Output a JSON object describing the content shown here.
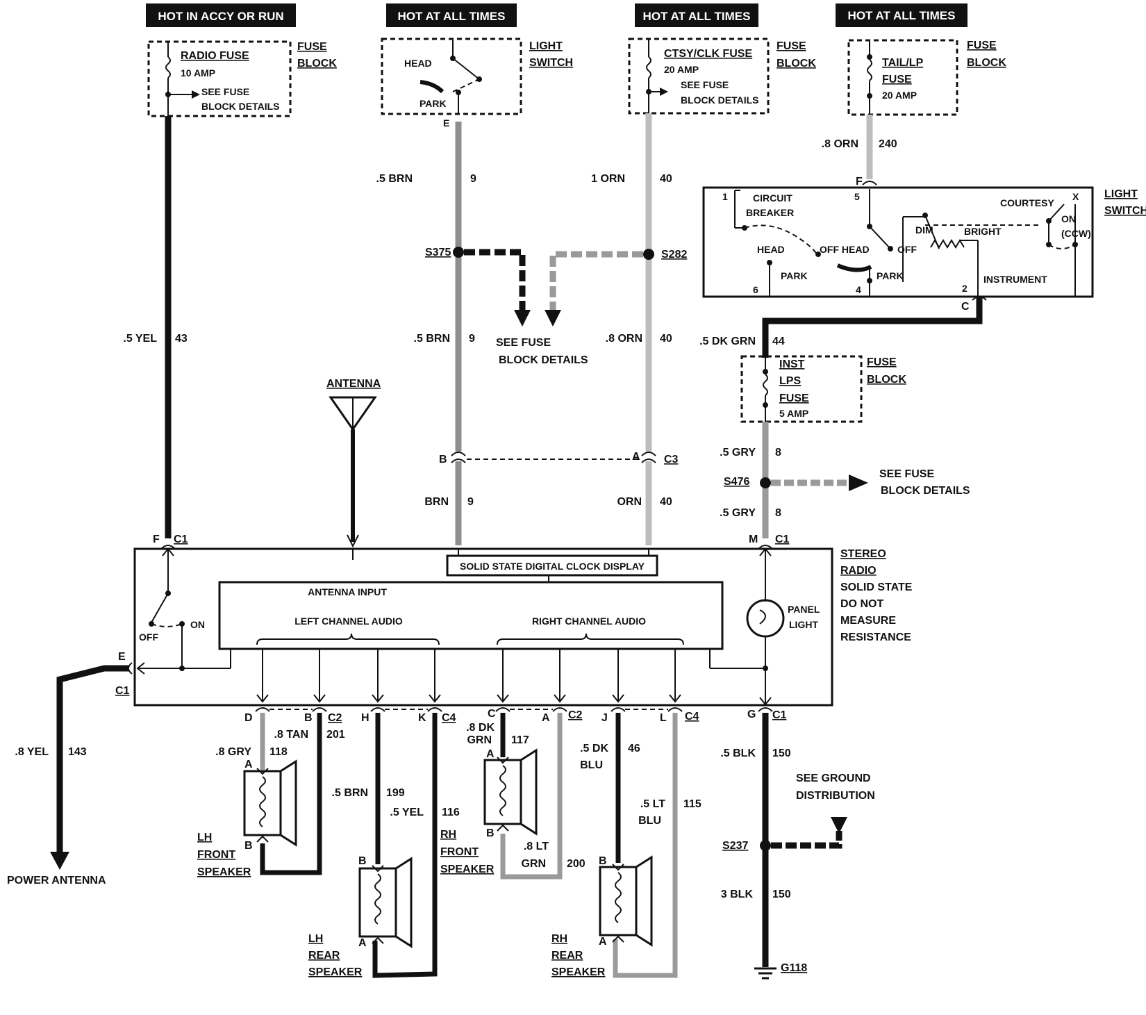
{
  "headers": {
    "h1": "HOT IN ACCY OR RUN",
    "h2": "HOT AT ALL TIMES",
    "h3": "HOT AT ALL TIMES",
    "h4": "HOT AT ALL TIMES"
  },
  "fuse_radio": {
    "name": "RADIO FUSE",
    "amp": "10 AMP",
    "see1": "SEE FUSE",
    "see2": "BLOCK DETAILS",
    "block1": "FUSE",
    "block2": "BLOCK"
  },
  "light_switch_top": {
    "l1": "LIGHT",
    "l2": "SWITCH",
    "head": "HEAD",
    "park": "PARK",
    "pin": "E"
  },
  "fuse_ctsy": {
    "name": "CTSY/CLK FUSE",
    "amp": "20 AMP",
    "see1": "SEE FUSE",
    "see2": "BLOCK DETAILS",
    "block1": "FUSE",
    "block2": "BLOCK"
  },
  "fuse_tail": {
    "name1": "TAIL/LP",
    "name2": "FUSE",
    "amp": "20 AMP",
    "block1": "FUSE",
    "block2": "BLOCK"
  },
  "light_switch_right": {
    "l1": "LIGHT",
    "l2": "SWITCH",
    "pin_f": "F",
    "p1": "1",
    "p5": "5",
    "p6": "6",
    "p4": "4",
    "p2": "2",
    "pin_c": "C",
    "circuit": "CIRCUIT",
    "breaker": "BREAKER",
    "head": "HEAD",
    "off_head": "OFF HEAD",
    "off": "OFF",
    "park1": "PARK",
    "park2": "PARK",
    "dim": "DIM",
    "bright": "BRIGHT",
    "courtesy": "COURTESY",
    "x": "X",
    "on": "ON",
    "ccw": "(CCW)",
    "instrument": "INSTRUMENT"
  },
  "wires": {
    "w43_gauge": ".5 YEL",
    "w43_num": "43",
    "w9a_gauge": ".5 BRN",
    "w9a_num": "9",
    "w9b_gauge": ".5 BRN",
    "w9b_num": "9",
    "w9c_gauge": "BRN",
    "w9c_num": "9",
    "w40a_gauge": "1 ORN",
    "w40a_num": "40",
    "w40b_gauge": ".8 ORN",
    "w40b_num": "40",
    "w40c_gauge": "ORN",
    "w40c_num": "40",
    "w240_gauge": ".8 ORN",
    "w240_num": "240",
    "w44_gauge": ".5 DK GRN",
    "w44_num": "44",
    "w8a_gauge": ".5 GRY",
    "w8a_num": "8",
    "w8b_gauge": ".5 GRY",
    "w8b_num": "8",
    "w143_gauge": ".8 YEL",
    "w143_num": "143",
    "w118_gauge": ".8 GRY",
    "w118_num": "118",
    "w201_gauge": ".8 TAN",
    "w201_num": "201",
    "w199_gauge": ".5 BRN",
    "w199_num": "199",
    "w116_gauge": ".5 YEL",
    "w116_num": "116",
    "w117_gauge1": ".8 DK",
    "w117_gauge2": "GRN",
    "w117_num": "117",
    "w200_gauge1": ".8 LT",
    "w200_gauge2": "GRN",
    "w200_num": "200",
    "w46_gauge1": ".5 DK",
    "w46_gauge2": "BLU",
    "w46_num": "46",
    "w115_gauge1": ".5 LT",
    "w115_gauge2": "BLU",
    "w115_num": "115",
    "w150a_gauge": ".5 BLK",
    "w150a_num": "150",
    "w150b_gauge": "3 BLK",
    "w150b_num": "150"
  },
  "splices": {
    "s375": "S375",
    "s282": "S282",
    "s476": "S476",
    "s237": "S237",
    "g118": "G118"
  },
  "connectors": {
    "c3": "C3",
    "c3_b": "B",
    "c3_a": "A",
    "c1_f": "F",
    "c1_f_lbl": "C1",
    "c1_m": "M",
    "c1_m_lbl": "C1",
    "c1_e": "E",
    "c1_e_lbl": "C1",
    "c2_d": "D",
    "c2_b": "B",
    "c2_lbl": "C2",
    "c4_h": "H",
    "c4_k": "K",
    "c4_lbl": "C4",
    "c2b_c": "C",
    "c2b_a": "A",
    "c2b_lbl": "C2",
    "c4b_j": "J",
    "c4b_l": "L",
    "c4b_lbl": "C4",
    "c1_g": "G",
    "c1_g_lbl": "C1"
  },
  "see_fuse_mid": {
    "l1": "SEE FUSE",
    "l2": "BLOCK DETAILS"
  },
  "see_fuse_right": {
    "l1": "SEE FUSE",
    "l2": "BLOCK DETAILS"
  },
  "inst_fuse": {
    "l1": "INST",
    "l2": "LPS",
    "l3": "FUSE",
    "amp": "5 AMP",
    "block1": "FUSE",
    "block2": "BLOCK"
  },
  "antenna": {
    "label": "ANTENNA",
    "input": "ANTENNA INPUT"
  },
  "radio": {
    "clock": "SOLID STATE DIGITAL CLOCK DISPLAY",
    "left_audio": "LEFT CHANNEL AUDIO",
    "right_audio": "RIGHT CHANNEL AUDIO",
    "off": "OFF",
    "on": "ON",
    "panel1": "PANEL",
    "panel2": "LIGHT",
    "n1": "STEREO",
    "n2": "RADIO",
    "n3": "SOLID STATE",
    "n4": "DO NOT",
    "n5": "MEASURE",
    "n6": "RESISTANCE"
  },
  "speakers": {
    "lh_front": [
      "LH",
      "FRONT",
      "SPEAKER"
    ],
    "lh_rear": [
      "LH",
      "REAR",
      "SPEAKER"
    ],
    "rh_front": [
      "RH",
      "FRONT",
      "SPEAKER"
    ],
    "rh_rear": [
      "RH",
      "REAR",
      "SPEAKER"
    ],
    "pin_a": "A",
    "pin_b": "B"
  },
  "power_antenna": "POWER ANTENNA",
  "ground": {
    "l1": "SEE GROUND",
    "l2": "DISTRIBUTION"
  }
}
